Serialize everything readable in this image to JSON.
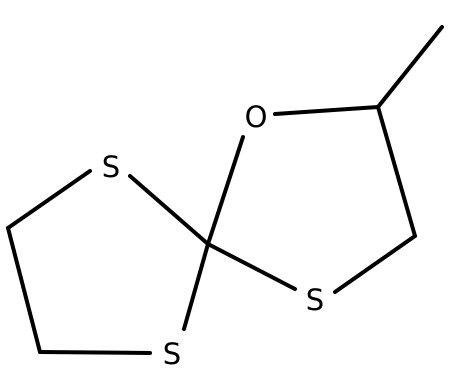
{
  "molecule": {
    "atoms": {
      "oxygen": "O",
      "sulfur_upper_left": "S",
      "sulfur_lower_left": "S",
      "sulfur_right": "S"
    },
    "colors": {
      "bond": "#000000",
      "label": "#000000",
      "background": "#ffffff"
    }
  }
}
